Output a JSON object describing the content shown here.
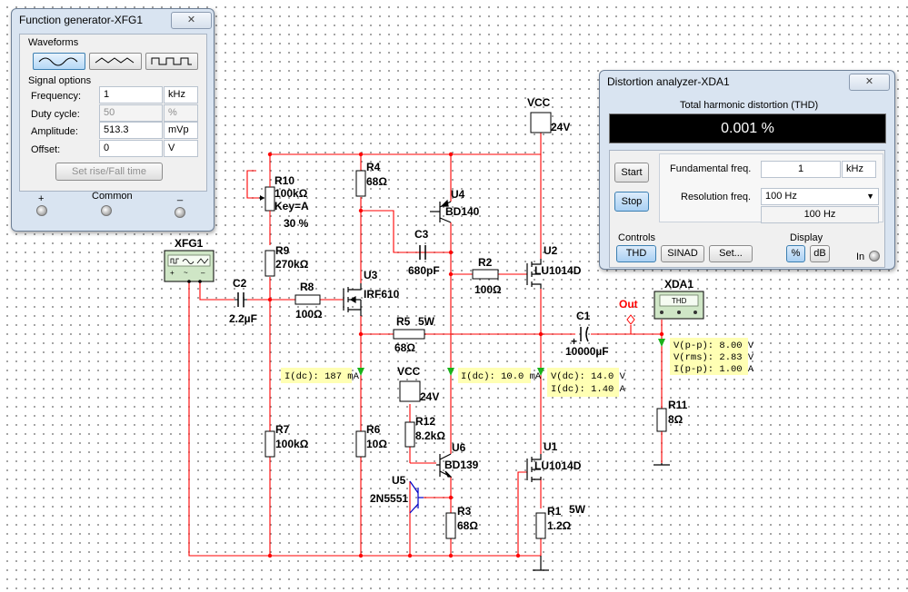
{
  "function_generator": {
    "title": "Function generator-XFG1",
    "waveforms_label": "Waveforms",
    "waveform_icons": [
      "sine-wave-icon",
      "triangle-wave-icon",
      "square-wave-icon"
    ],
    "selected_waveform": "sine",
    "signal_options_label": "Signal options",
    "frequency": {
      "label": "Frequency:",
      "value": "1",
      "unit": "kHz"
    },
    "duty_cycle": {
      "label": "Duty cycle:",
      "value": "50",
      "unit": "%"
    },
    "amplitude": {
      "label": "Amplitude:",
      "value": "513.3",
      "unit": "mVp"
    },
    "offset": {
      "label": "Offset:",
      "value": "0",
      "unit": "V"
    },
    "set_rise_fall_label": "Set rise/Fall time",
    "terminal_plus": "+",
    "terminal_common": "Common",
    "terminal_minus": "_"
  },
  "distortion_analyzer": {
    "title": "Distortion analyzer-XDA1",
    "thd_heading": "Total harmonic distortion (THD)",
    "thd_value": "0.001 %",
    "start_label": "Start",
    "stop_label": "Stop",
    "fundamental_label": "Fundamental freq.",
    "fundamental_value": "1",
    "fundamental_unit": "kHz",
    "resolution_label": "Resolution freq.",
    "resolution_selected": "100 Hz",
    "resolution_readout": "100 Hz",
    "controls_label": "Controls",
    "thd_button": "THD",
    "sinad_button": "SINAD",
    "set_button": "Set...",
    "display_label": "Display",
    "percent_button": "%",
    "db_button": "dB",
    "in_label": "In"
  },
  "schematic": {
    "colors": {
      "wire": "#ff0000",
      "probe_bg": "#ffffb4",
      "probe_arrow": "#19b219",
      "component": "#000000",
      "out_label": "#ff0000",
      "npn_highlight": "#0000c8"
    },
    "components": {
      "xfg1": "XFG1",
      "xda1": "XDA1",
      "xda1_screen": "THD",
      "c2": {
        "name": "C2",
        "value": "2.2µF"
      },
      "r8": {
        "name": "R8",
        "value": "100Ω"
      },
      "u3": {
        "name": "U3",
        "model": "IRF610"
      },
      "r10": {
        "name": "R10",
        "value": "100kΩ",
        "key": "Key=A",
        "setting": "30 %"
      },
      "r9": {
        "name": "R9",
        "value": "270kΩ"
      },
      "r7": {
        "name": "R7",
        "value": "100kΩ"
      },
      "r4": {
        "name": "R4",
        "value": "68Ω"
      },
      "r6": {
        "name": "R6",
        "value": "10Ω"
      },
      "u4": {
        "name": "U4",
        "model": "BD140"
      },
      "c3": {
        "name": "C3",
        "value": "680pF"
      },
      "r2": {
        "name": "R2",
        "value": "100Ω"
      },
      "u2": {
        "name": "U2",
        "model": "LU1014D"
      },
      "vcc_top": {
        "name": "VCC",
        "value": "24V"
      },
      "vcc_mid": {
        "name": "VCC",
        "value": "24V"
      },
      "r5": {
        "name": "R5",
        "power": "5W",
        "value": "68Ω"
      },
      "c1": {
        "name": "C1",
        "value": "10000µF"
      },
      "out_label": "Out",
      "r11": {
        "name": "R11",
        "value": "8Ω"
      },
      "r12": {
        "name": "R12",
        "value": "8.2kΩ"
      },
      "u6": {
        "name": "U6",
        "model": "BD139"
      },
      "u5": {
        "name": "U5",
        "model": "2N5551"
      },
      "r3": {
        "name": "R3",
        "value": "68Ω"
      },
      "u1": {
        "name": "U1",
        "model": "LU1014D"
      },
      "r1": {
        "name": "R1",
        "power": "5W",
        "value": "1.2Ω"
      }
    },
    "probes": {
      "p1": {
        "line1": "I(dc): 187 mA"
      },
      "p2": {
        "line1": "I(dc): 10.0 mA"
      },
      "p3": {
        "line1": "V(dc): 14.0 V",
        "line2": "I(dc): 1.40 A"
      },
      "p4": {
        "line1": "V(p-p): 8.00 V",
        "line2": "V(rms): 2.83 V",
        "line3": "I(p-p): 1.00 A"
      }
    }
  }
}
